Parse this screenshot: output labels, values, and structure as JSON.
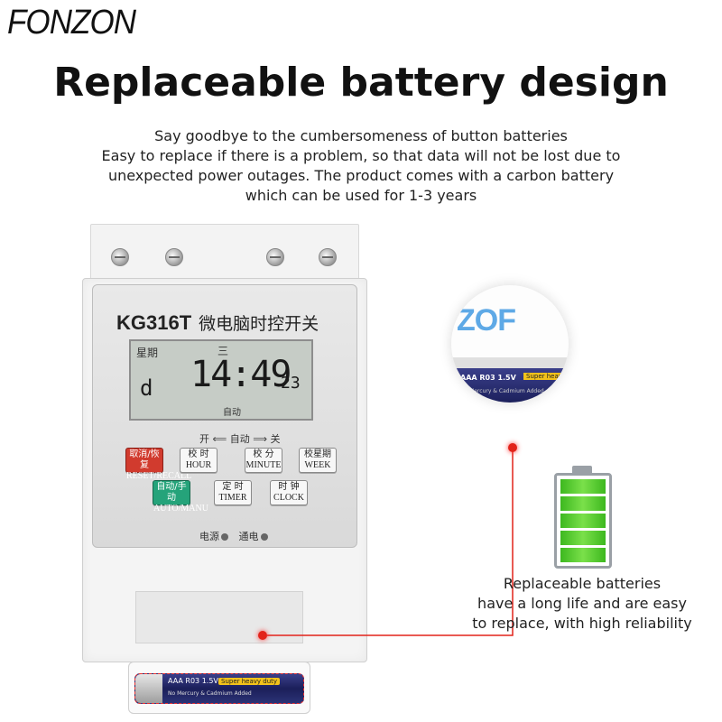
{
  "brand": "FONZON",
  "headline": "Replaceable battery design",
  "description": [
    "Say goodbye to the cumbersomeness of button batteries",
    "Easy to replace if there is a problem, so that data will not be lost due to",
    "unexpected power outages. The product comes with a carbon battery",
    "which can be used for 1-3 years"
  ],
  "device": {
    "model": "KG316T",
    "model_cn": "微电脑时控开关",
    "lcd": {
      "weekday_label": "星期",
      "weekday": "三",
      "time": "14:49",
      "seconds": "23",
      "day_code": "d",
      "mode": "自动"
    },
    "mode_row": "开 ⟸ 自动 ⟹ 关",
    "buttons": [
      {
        "cn": "取消/恢复",
        "en": "RESET/RECALL"
      },
      {
        "cn": "校 时",
        "en": "HOUR"
      },
      {
        "cn": "校 分",
        "en": "MINUTE"
      },
      {
        "cn": "校星期",
        "en": "WEEK"
      },
      {
        "cn": "自动/手动",
        "en": "AUTO/MANU"
      },
      {
        "cn": "定 时",
        "en": "TIMER"
      },
      {
        "cn": "时 钟",
        "en": "CLOCK"
      }
    ],
    "leds": {
      "power": "电源",
      "on": "通电"
    },
    "battery": {
      "label": "AAA R03 1.5V",
      "tag": "Super heavy duty",
      "sub": "No Mercury & Cadmium Added"
    }
  },
  "zoom": {
    "battery_label": "AAA R03 1.5V",
    "battery_tag": "Super heavy",
    "battery_sub": "No Mercury & Cadmium Added"
  },
  "caption": [
    "Replaceable batteries",
    "have a long life and are easy",
    "to replace, with high reliability"
  ],
  "colors": {
    "accent_red": "#e2231a",
    "battery_green": "#3db81f",
    "battery_blue": "#1b1f5a"
  },
  "icons": [
    "battery-level-icon"
  ]
}
